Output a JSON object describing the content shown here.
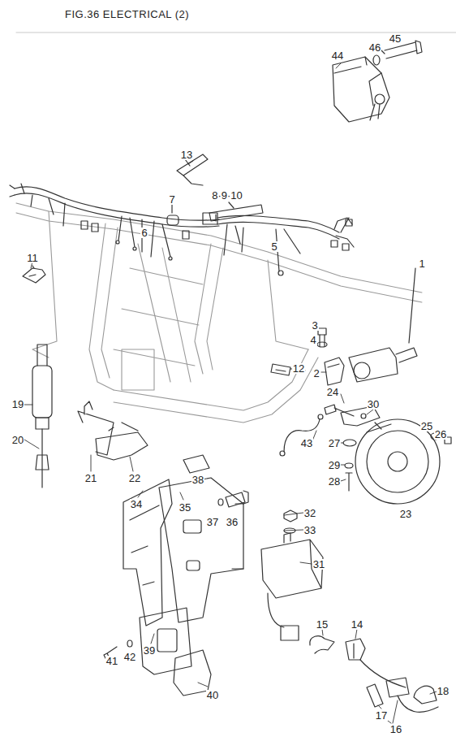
{
  "diagram": {
    "title": "FIG.36  ELECTRICAL (2)",
    "labels": [
      "45",
      "46",
      "44",
      "13",
      "7",
      "8·9·10",
      "6",
      "5",
      "11",
      "3",
      "4",
      "1",
      "2",
      "12",
      "19",
      "24",
      "30",
      "27",
      "25",
      "26",
      "29",
      "28",
      "23",
      "43",
      "21",
      "22",
      "20",
      "38",
      "34",
      "35",
      "37",
      "36",
      "32",
      "33",
      "31",
      "41",
      "42",
      "39",
      "40",
      "15",
      "14",
      "17",
      "16",
      "18"
    ]
  }
}
